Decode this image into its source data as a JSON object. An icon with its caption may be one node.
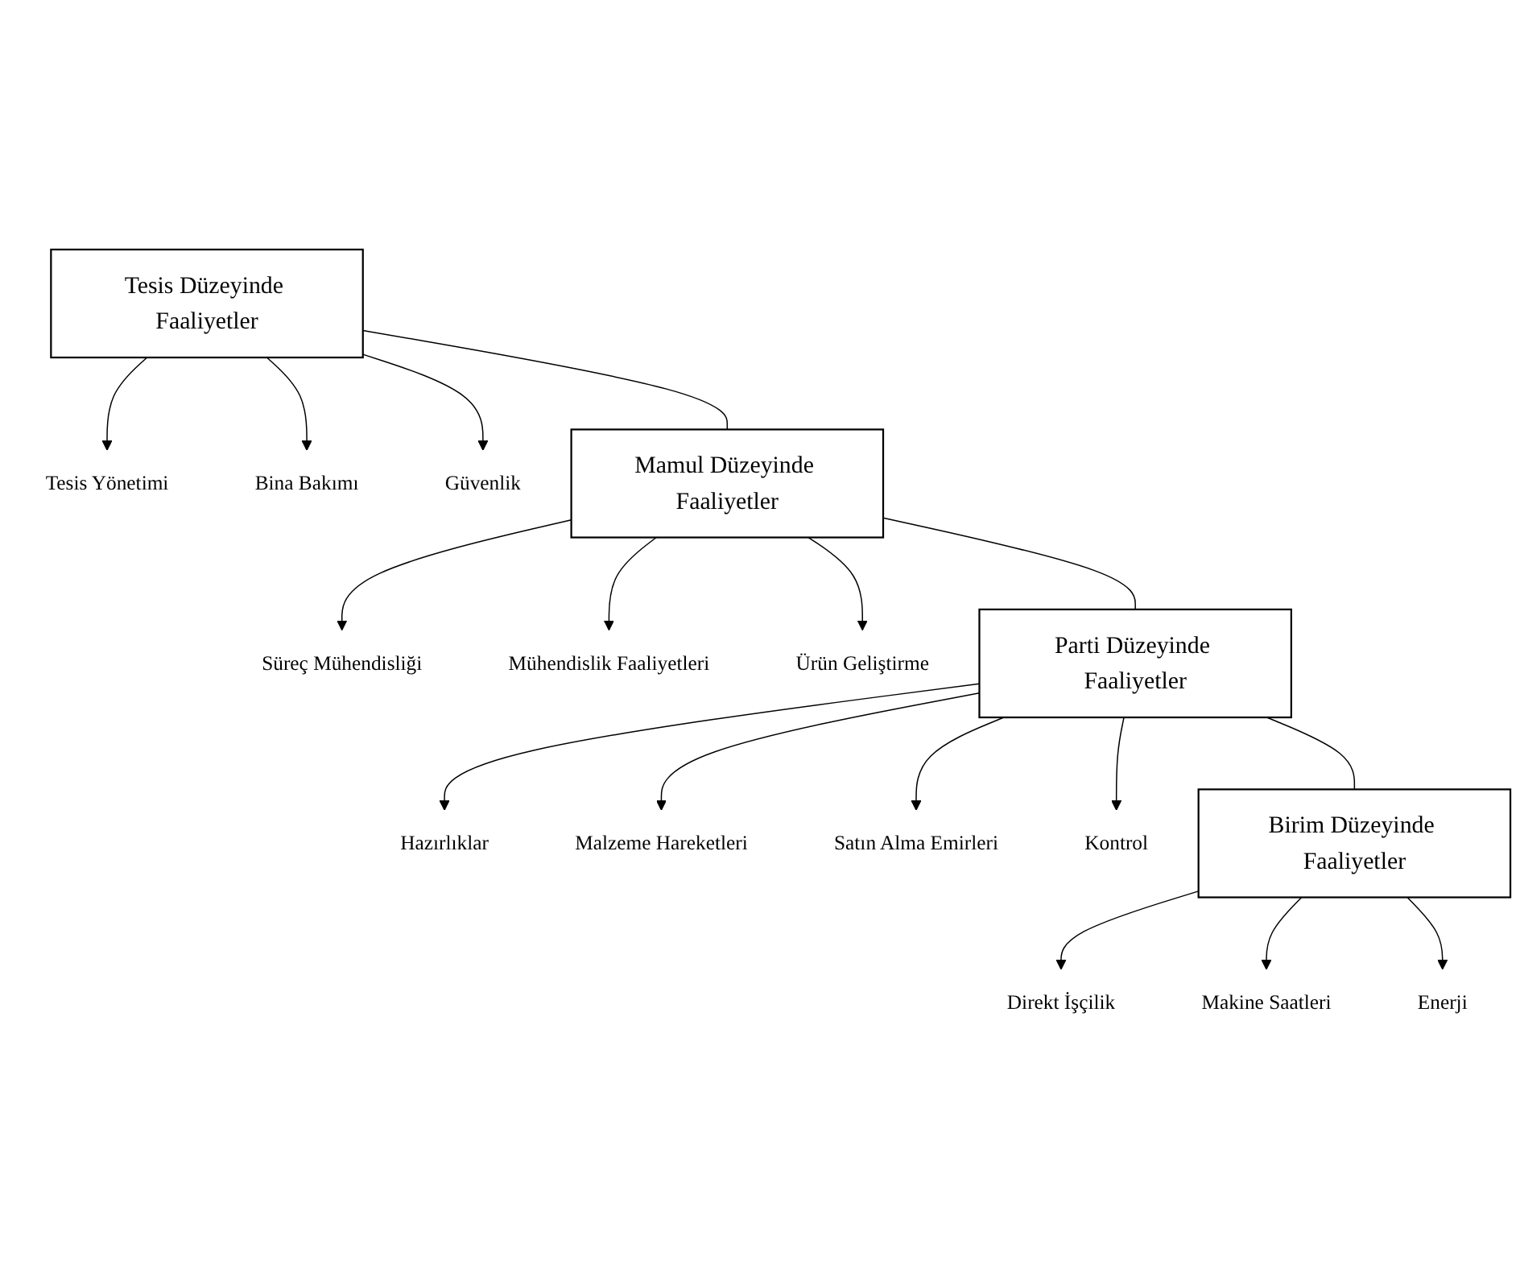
{
  "diagram": {
    "nodes": [
      {
        "text": [
          "Tesis Düzeyinde Faaliyetler"
        ]
      },
      {
        "text": [
          "Tesis Yönetimi"
        ]
      },
      {
        "text": [
          "Bina Bakımı"
        ]
      },
      {
        "text": [
          "Güvenlik"
        ]
      },
      {
        "text": [
          "Mamul Düzeyinde Faaliyetler"
        ]
      },
      {
        "text": [
          "Süreç Mühendisliği"
        ]
      },
      {
        "text": [
          "Mühendislik Faaliyetleri"
        ]
      },
      {
        "text": [
          "Ürün Geliştirme"
        ]
      },
      {
        "text": [
          "Parti Düzeyinde Faaliyetler"
        ]
      },
      {
        "text": [
          "Hazırlıklar"
        ]
      },
      {
        "text": [
          "Malzeme Hareketleri"
        ]
      },
      {
        "text": [
          "Satın Alma Emirleri"
        ]
      },
      {
        "text": [
          "Kontrol"
        ]
      },
      {
        "text": [
          "Birim Düzeyinde Faaliyetler"
        ]
      },
      {
        "text": [
          "Direkt İşçilik"
        ]
      },
      {
        "text": [
          "Makine Saatleri"
        ]
      },
      {
        "text": [
          "Enerji"
        ]
      }
    ],
    "edges": [
      {
        "from": 0,
        "to": 1,
        "arrow": "to"
      },
      {
        "from": 0,
        "to": 2,
        "arrow": "to"
      },
      {
        "from": 0,
        "to": 3,
        "arrow": "to"
      },
      {
        "from": 0,
        "to": 4,
        "arrow": "none"
      },
      {
        "from": 4,
        "to": 5,
        "arrow": "to"
      },
      {
        "from": 4,
        "to": 6,
        "arrow": "to"
      },
      {
        "from": 4,
        "to": 7,
        "arrow": "to"
      },
      {
        "from": 4,
        "to": 8,
        "arrow": "none"
      },
      {
        "from": 8,
        "to": 9,
        "arrow": "to"
      },
      {
        "from": 8,
        "to": 10,
        "arrow": "to"
      },
      {
        "from": 8,
        "to": 11,
        "arrow": "to"
      },
      {
        "from": 8,
        "to": 12,
        "arrow": "to"
      },
      {
        "from": 8,
        "to": 13,
        "arrow": "none"
      },
      {
        "from": 13,
        "to": 14,
        "arrow": "to"
      },
      {
        "from": 13,
        "to": 15,
        "arrow": "to"
      },
      {
        "from": 13,
        "to": 16,
        "arrow": "to"
      }
    ]
  }
}
